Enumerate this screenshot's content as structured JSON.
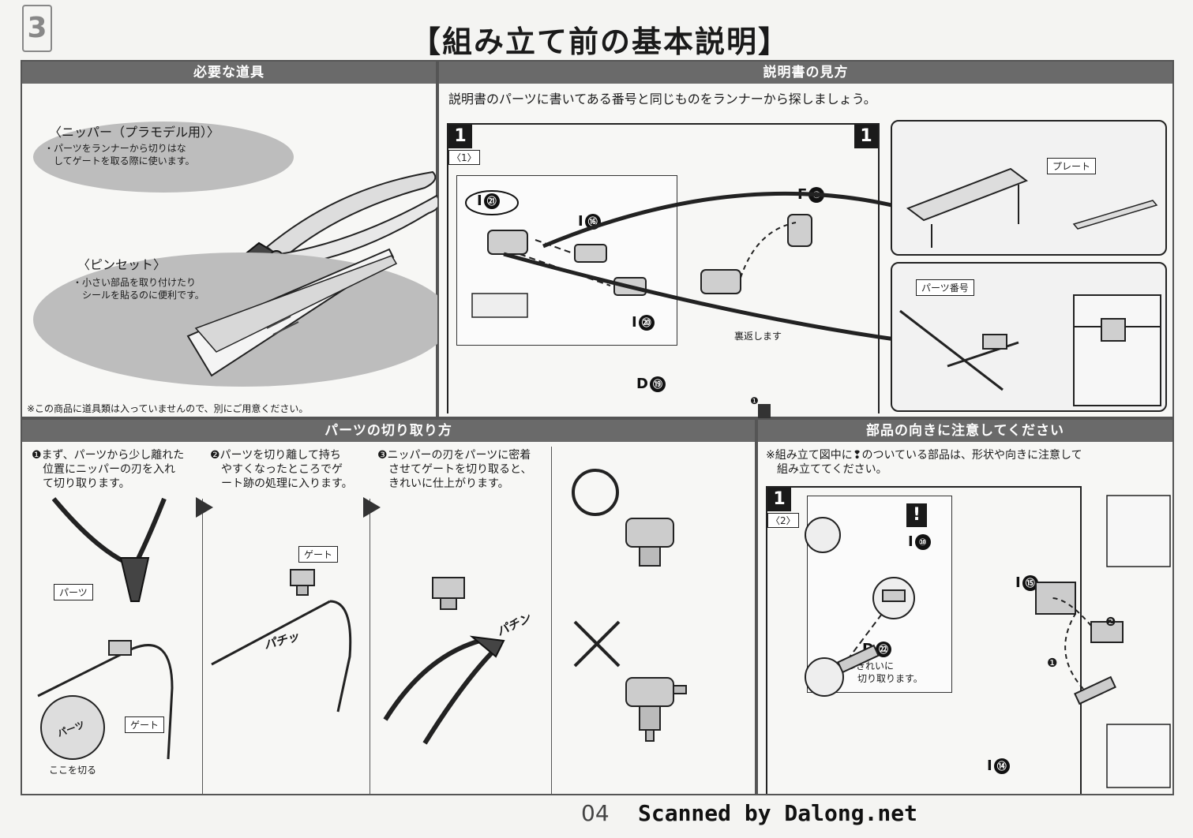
{
  "page": {
    "title": "【組み立て前の基本説明】",
    "corner_number": "3",
    "page_number": "04",
    "scan_credit": "Scanned by Dalong.net"
  },
  "tools": {
    "header": "必要な道具",
    "nipper": {
      "title": "〈ニッパー（プラモデル用）〉",
      "desc": "・パーツをランナーから切りはな\n　してゲートを取る際に使います。"
    },
    "tweezers": {
      "title": "〈ピンセット〉",
      "desc": "・小さい部品を取り付けたり\n　シールを貼るのに便利です。"
    },
    "note": "※この商品に道具類は入っていませんので、別にご用意ください。"
  },
  "manual": {
    "header": "説明書の見方",
    "intro": "説明書のパーツに書いてある番号と同じものをランナーから探しましょう。",
    "step": "1",
    "substep": "〈1〉",
    "labels": [
      "I",
      "I",
      "I",
      "F",
      "D"
    ],
    "numbers": [
      "㉑",
      "⑯",
      "⑳",
      "④",
      "⑲"
    ],
    "flip_text": "裏返します",
    "plate_tag": "プレート",
    "part_number_tag": "パーツ番号",
    "step_mark": "❶"
  },
  "cutting": {
    "header": "パーツの切り取り方",
    "step1": "❶まず、パーツから少し離れた\n　位置にニッパーの刃を入れ\n　て切り取ります。",
    "step2": "❷パーツを切り離して持ち\n　やすくなったところでゲ\n　ート跡の処理に入ります。",
    "step3": "❸ニッパーの刃をパーツに密着\n　させてゲートを切り取ると、\n　きれいに仕上がります。",
    "tag_parts": "パーツ",
    "tag_gate": "ゲート",
    "tag_gate2": "ゲート",
    "cut_here": "ここを切る",
    "parts_label": "パーツ",
    "sfx_pachi": "パチッ",
    "sfx_pachin": "パチン"
  },
  "orientation": {
    "header": "部品の向きに注意してください",
    "note": "※組み立て図中に❢のついている部品は、形状や向きに注意して\n　組み立ててください。",
    "step": "1",
    "substep": "〈2〉",
    "labels": [
      "I",
      "I",
      "D",
      "I"
    ],
    "numbers": [
      "⑩",
      "⑮",
      "㉒",
      "⑭"
    ],
    "clean_cut": "※きれいに\n　切り取ります。",
    "mark1": "❶",
    "mark2": "❷"
  }
}
